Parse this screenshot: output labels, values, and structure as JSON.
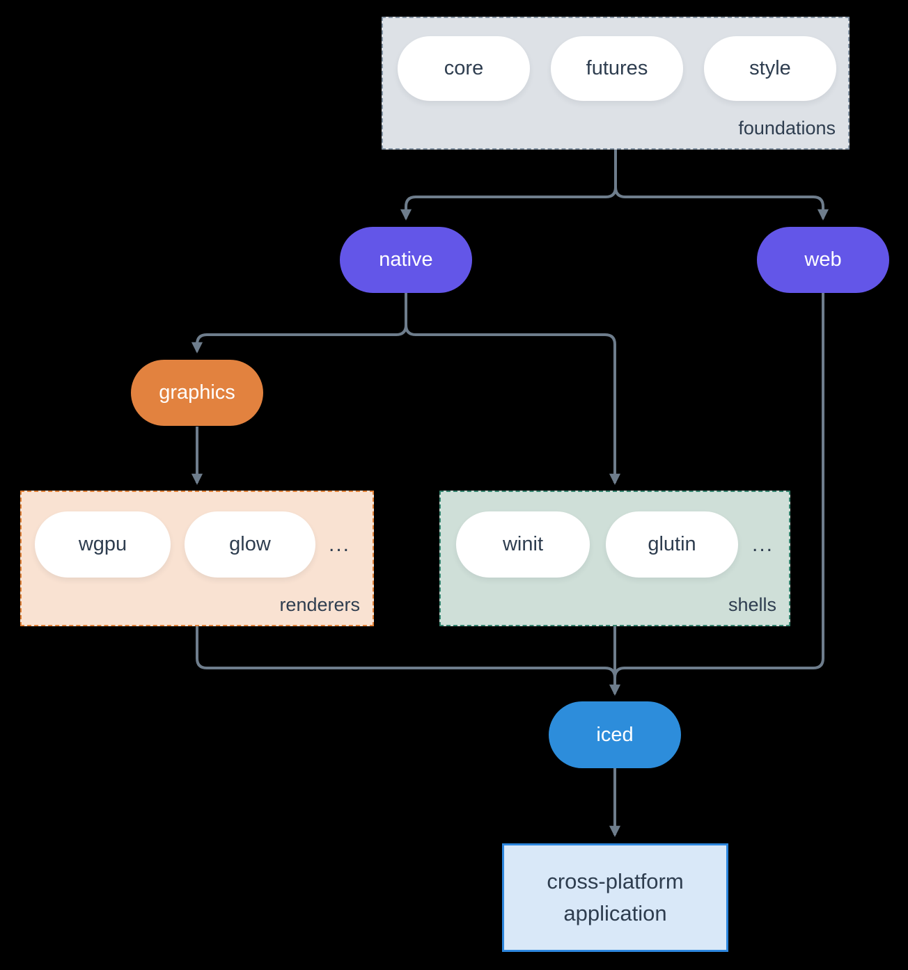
{
  "nodes": {
    "foundations": {
      "label": "foundations",
      "pills": [
        "core",
        "futures",
        "style"
      ]
    },
    "native": {
      "label": "native"
    },
    "web": {
      "label": "web"
    },
    "graphics": {
      "label": "graphics"
    },
    "renderers": {
      "label": "renderers",
      "pills": [
        "wgpu",
        "glow"
      ],
      "ellipsis": "..."
    },
    "shells": {
      "label": "shells",
      "pills": [
        "winit",
        "glutin"
      ],
      "ellipsis": "..."
    },
    "iced": {
      "label": "iced"
    },
    "application": {
      "line1": "cross-platform",
      "line2": "application"
    }
  },
  "colors": {
    "background": "#000000",
    "purple_pill": "#6356e8",
    "orange_pill": "#e2823f",
    "blue_pill": "#2d8ddb",
    "foundations_fill": "#dde1e6",
    "foundations_border": "#8494a4",
    "renderers_fill": "#f9e2d2",
    "renderers_border": "#e08138",
    "shells_fill": "#cfdfd8",
    "shells_border": "#36846f",
    "application_fill": "#d9e8f8",
    "application_border": "#2d86dd",
    "arrow": "#6e7d8c",
    "text_dark": "#2e3d4f"
  }
}
